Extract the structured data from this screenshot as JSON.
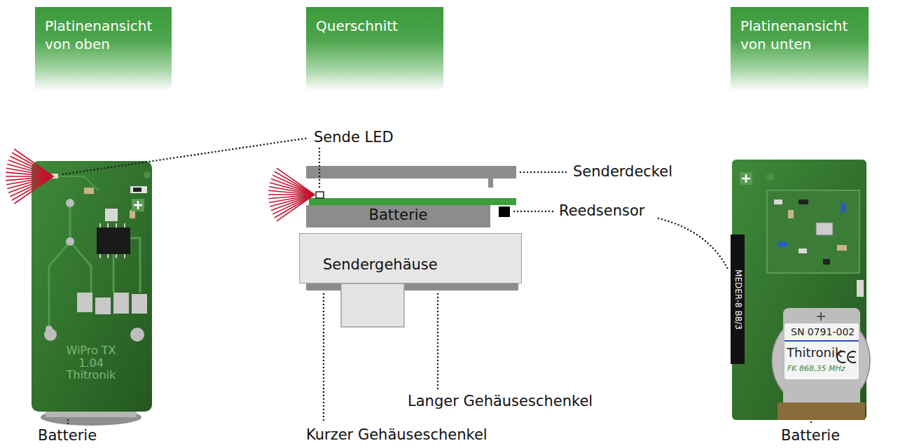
{
  "diagram": {
    "nodes": [
      {
        "text": [
          "Platinenansicht von oben"
        ]
      },
      {
        "text": [
          "Querschnitt"
        ]
      },
      {
        "text": [
          "Platinenansicht von unten"
        ]
      },
      {
        "text": [
          "Batterie"
        ]
      },
      {
        "text": [
          "Sendergehäuse"
        ]
      }
    ],
    "labels": [
      "Sende LED",
      "Senderdeckel",
      "Reedsensor",
      "Langer Gehäuseschenkel",
      "Kurzer Gehäuseschenkel",
      "Batterie",
      "Batterie",
      "WiPro TX 1.04 Thitronik",
      "MEDER-8 B8/3",
      "SN 0791-002",
      "Thitronik",
      "FK 868,35 MHz"
    ]
  }
}
